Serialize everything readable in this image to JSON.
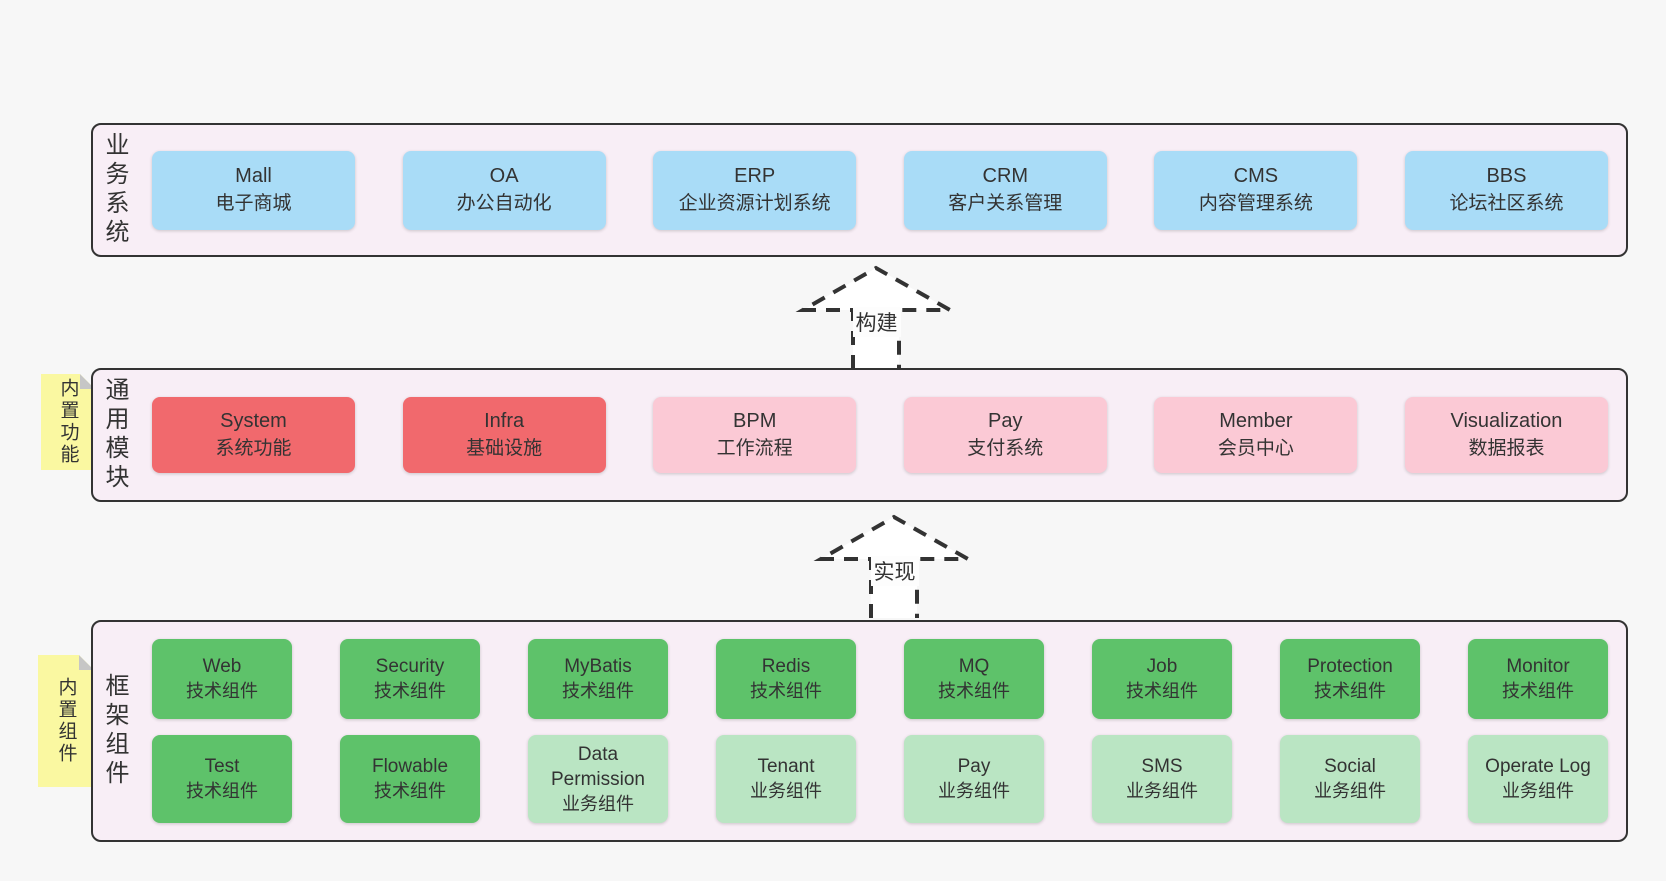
{
  "colors": {
    "page_bg": "#f7f7f7",
    "band_bg": "#f8eef6",
    "border": "#333333",
    "blue": "#a9dcf7",
    "red": "#f1696d",
    "pink": "#fbc9d5",
    "green": "#5ec26a",
    "lightgreen": "#bae5c3",
    "sticky": "#faf8a1",
    "fold": "#c6c6c6",
    "arrow_fill": "#ffffff"
  },
  "bands": [
    {
      "label": "业务系统",
      "boxes": [
        {
          "name": "Mall",
          "sub": "电子商城",
          "type": "blue"
        },
        {
          "name": "OA",
          "sub": "办公自动化",
          "type": "blue"
        },
        {
          "name": "ERP",
          "sub": "企业资源计划系统",
          "type": "blue"
        },
        {
          "name": "CRM",
          "sub": "客户关系管理",
          "type": "blue"
        },
        {
          "name": "CMS",
          "sub": "内容管理系统",
          "type": "blue"
        },
        {
          "name": "BBS",
          "sub": "论坛社区系统",
          "type": "blue"
        }
      ]
    },
    {
      "label": "通用模块",
      "sticky": "内置功能",
      "boxes": [
        {
          "name": "System",
          "sub": "系统功能",
          "type": "red"
        },
        {
          "name": "Infra",
          "sub": "基础设施",
          "type": "red"
        },
        {
          "name": "BPM",
          "sub": "工作流程",
          "type": "pink"
        },
        {
          "name": "Pay",
          "sub": "支付系统",
          "type": "pink"
        },
        {
          "name": "Member",
          "sub": "会员中心",
          "type": "pink"
        },
        {
          "name": "Visualization",
          "sub": "数据报表",
          "type": "pink"
        }
      ]
    },
    {
      "label": "框架组件",
      "sticky": "内置组件",
      "rows": [
        [
          {
            "name": "Web",
            "sub": "技术组件",
            "type": "green"
          },
          {
            "name": "Security",
            "sub": "技术组件",
            "type": "green"
          },
          {
            "name": "MyBatis",
            "sub": "技术组件",
            "type": "green"
          },
          {
            "name": "Redis",
            "sub": "技术组件",
            "type": "green"
          },
          {
            "name": "MQ",
            "sub": "技术组件",
            "type": "green"
          },
          {
            "name": "Job",
            "sub": "技术组件",
            "type": "green"
          },
          {
            "name": "Protection",
            "sub": "技术组件",
            "type": "green"
          },
          {
            "name": "Monitor",
            "sub": "技术组件",
            "type": "green"
          }
        ],
        [
          {
            "name": "Test",
            "sub": "技术组件",
            "type": "green"
          },
          {
            "name": "Flowable",
            "sub": "技术组件",
            "type": "green"
          },
          {
            "name": "Data Permission",
            "sub": "业务组件",
            "type": "lightgreen"
          },
          {
            "name": "Tenant",
            "sub": "业务组件",
            "type": "lightgreen"
          },
          {
            "name": "Pay",
            "sub": "业务组件",
            "type": "lightgreen"
          },
          {
            "name": "SMS",
            "sub": "业务组件",
            "type": "lightgreen"
          },
          {
            "name": "Social",
            "sub": "业务组件",
            "type": "lightgreen"
          },
          {
            "name": "Operate Log",
            "sub": "业务组件",
            "type": "lightgreen"
          }
        ]
      ]
    }
  ],
  "arrows": [
    {
      "label": "构建"
    },
    {
      "label": "实现"
    }
  ]
}
